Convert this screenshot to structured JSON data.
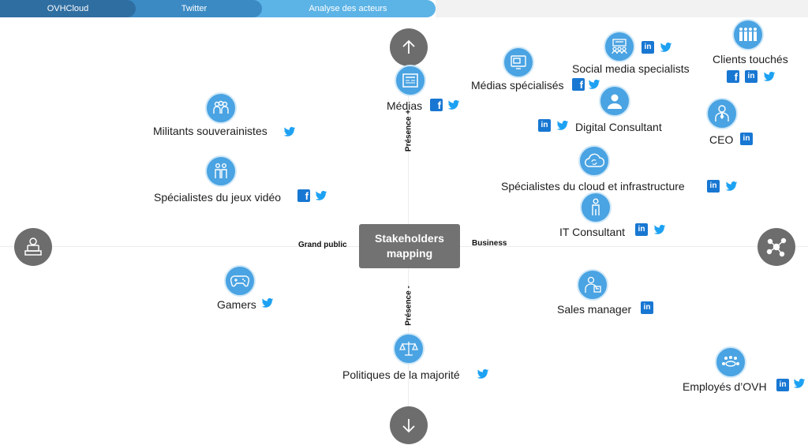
{
  "breadcrumb": {
    "items": [
      "OVHCloud",
      "Twitter",
      "Analyse des acteurs"
    ]
  },
  "diagram": {
    "center_title": "Stakeholders",
    "center_subtitle": "mapping",
    "axis_left": "Grand public",
    "axis_right": "Business",
    "axis_top": "Présence +",
    "axis_bottom": "Présence -"
  },
  "nodes": {
    "medias": "Médias",
    "militants": "Militants souverainistes",
    "jeux": "Spécialistes du jeux vidéo",
    "gamers": "Gamers",
    "politiques": "Politiques de la majorité",
    "medias_spec": "Médias spécialisés",
    "social_media": "Social media specialists",
    "clients": "Clients touchés",
    "digital": "Digital Consultant",
    "ceo": "CEO",
    "cloud": "Spécialistes du cloud et infrastructure",
    "it": "IT Consultant",
    "sales": "Sales manager",
    "employes": "Employés d’OVH"
  },
  "colors": {
    "accent": "#4aa3e2",
    "center": "#727272",
    "facebook": "#1877d2",
    "linkedin": "#1877d2",
    "twitter": "#1da1f2"
  }
}
